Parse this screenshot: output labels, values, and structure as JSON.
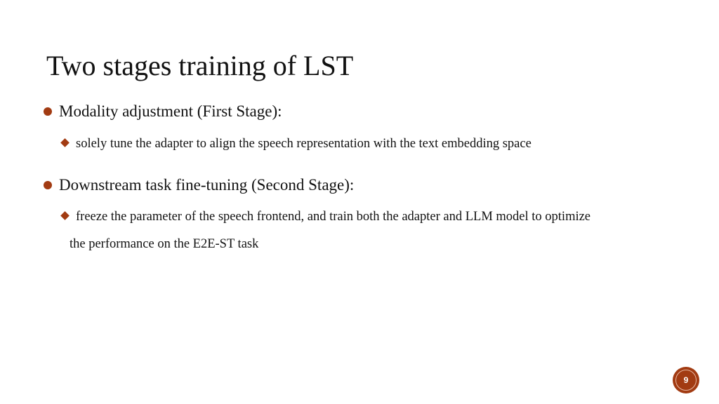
{
  "slide": {
    "title": "Two stages training of LST",
    "bullets": [
      {
        "text": "Modality adjustment (First Stage):",
        "sub": "solely tune the adapter to align the speech representation with the text embedding space"
      },
      {
        "text": "Downstream task fine-tuning (Second Stage):",
        "sub": "freeze the parameter of the speech frontend, and train both the adapter and LLM model to optimize",
        "sub_cont": "the performance on the E2E-ST task"
      }
    ],
    "page_number": "9"
  },
  "colors": {
    "accent": "#a23b12",
    "text": "#111111",
    "background": "#ffffff"
  },
  "icons": {
    "level1_bullet": "circle-bullet-icon",
    "level2_bullet": "diamond-bullet-icon"
  }
}
